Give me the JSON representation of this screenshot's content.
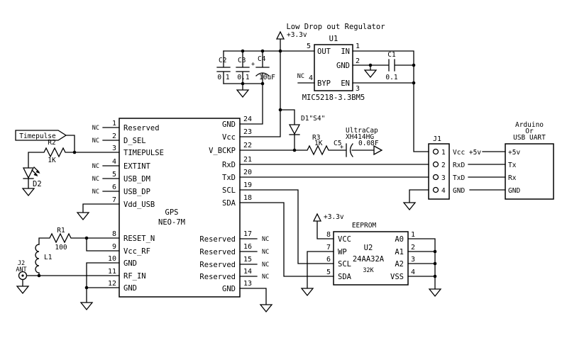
{
  "title": "Low Drop out Regulator",
  "power": {
    "v33_reg": "+3.3v",
    "v33_eeprom": "+3.3v"
  },
  "u1": {
    "ref": "U1",
    "part": "MIC5218-3.3BM5",
    "byp_nc": "NC",
    "pins": {
      "out": "OUT",
      "in": "IN",
      "gnd": "GND",
      "byp": "BYP",
      "en": "EN"
    },
    "nums": {
      "out": "5",
      "in": "1",
      "gnd": "2",
      "en": "3",
      "byp": "4"
    }
  },
  "caps": {
    "c1": {
      "ref": "C1",
      "val": "0.1"
    },
    "c2": {
      "ref": "C2",
      "val": "0.1"
    },
    "c3": {
      "ref": "C3",
      "val": "0.1"
    },
    "c4": {
      "ref": "C4",
      "val": "10uF",
      "polarity": "+"
    },
    "c5": {
      "ref": "C5",
      "val": "0.08F",
      "name": "UltraCap",
      "part": "XH414HG",
      "polarity": "+"
    }
  },
  "diodes": {
    "d1": "D1\"S4\"",
    "d2": "D2"
  },
  "resistors": {
    "r1": {
      "ref": "R1",
      "val": "100"
    },
    "r2": {
      "ref": "R2",
      "val": "1K"
    },
    "r3": {
      "ref": "R3",
      "val": "1K"
    }
  },
  "l1": "L1",
  "j2": {
    "ref": "J2",
    "label": "ANT"
  },
  "timepulse_flag": "Timepulse",
  "gps": {
    "name_line1": "GPS",
    "name_line2": "NEO-7M",
    "left_pins": [
      {
        "num": "1",
        "label": "Reserved",
        "nc": "NC"
      },
      {
        "num": "2",
        "label": "D_SEL",
        "nc": "NC"
      },
      {
        "num": "3",
        "label": "TIMEPULSE"
      },
      {
        "num": "4",
        "label": "EXTINT",
        "nc": "NC"
      },
      {
        "num": "5",
        "label": "USB_DM",
        "nc": "NC"
      },
      {
        "num": "6",
        "label": "USB_DP",
        "nc": "NC"
      },
      {
        "num": "7",
        "label": "Vdd_USB"
      },
      {
        "num": "8",
        "label": "RESET_N"
      },
      {
        "num": "9",
        "label": "Vcc_RF"
      },
      {
        "num": "10",
        "label": "GND"
      },
      {
        "num": "11",
        "label": "RF_IN"
      },
      {
        "num": "12",
        "label": "GND"
      }
    ],
    "right_pins": [
      {
        "num": "24",
        "label": "GND"
      },
      {
        "num": "23",
        "label": "Vcc"
      },
      {
        "num": "22",
        "label": "V_BCKP"
      },
      {
        "num": "21",
        "label": "RxD"
      },
      {
        "num": "20",
        "label": "TxD"
      },
      {
        "num": "19",
        "label": "SCL"
      },
      {
        "num": "18",
        "label": "SDA"
      },
      {
        "num": "17",
        "label": "Reserved",
        "nc": "NC"
      },
      {
        "num": "16",
        "label": "Reserved",
        "nc": "NC"
      },
      {
        "num": "15",
        "label": "Reserved",
        "nc": "NC"
      },
      {
        "num": "14",
        "label": "Reserved",
        "nc": "NC"
      },
      {
        "num": "13",
        "label": "GND"
      }
    ]
  },
  "j1": {
    "ref": "J1",
    "pins": [
      {
        "num": "1",
        "label": "Vcc +5v"
      },
      {
        "num": "2",
        "label": "RxD"
      },
      {
        "num": "3",
        "label": "TxD"
      },
      {
        "num": "4",
        "label": "GND"
      }
    ]
  },
  "arduino": {
    "title_line1": "Arduino",
    "title_line2": "Or",
    "title_line3": "USB UART",
    "pins": [
      "+5v",
      "Tx",
      "Rx",
      "GND"
    ]
  },
  "eeprom": {
    "title": "EEPROM",
    "ref": "U2",
    "part": "24AA32A",
    "size": "32K",
    "left_pins": [
      {
        "num": "8",
        "label": "VCC"
      },
      {
        "num": "7",
        "label": "WP"
      },
      {
        "num": "6",
        "label": "SCL"
      },
      {
        "num": "5",
        "label": "SDA"
      }
    ],
    "right_pins": [
      {
        "num": "1",
        "label": "A0"
      },
      {
        "num": "2",
        "label": "A1"
      },
      {
        "num": "3",
        "label": "A2"
      },
      {
        "num": "4",
        "label": "VSS"
      }
    ]
  }
}
